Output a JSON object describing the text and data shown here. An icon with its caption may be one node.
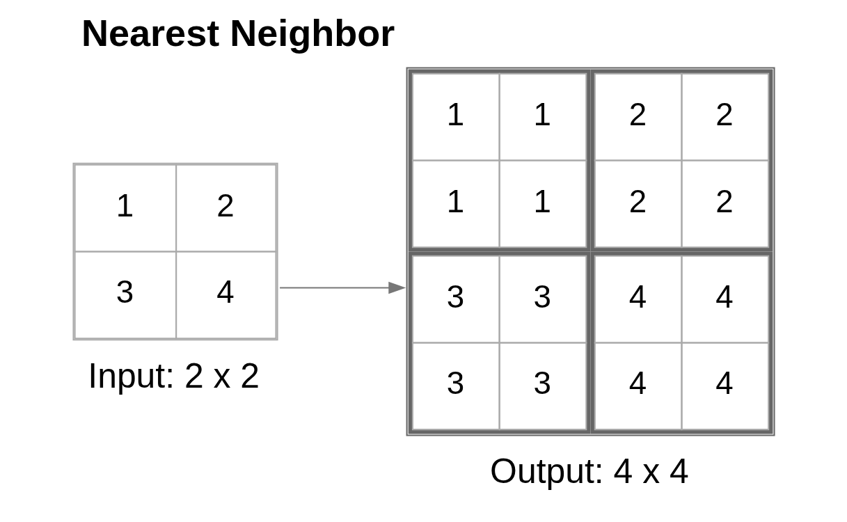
{
  "diagram": {
    "title": "Nearest Neighbor",
    "nodes": [
      {
        "text": [
          "1",
          "2",
          "3",
          "4"
        ],
        "beside": [
          "Input: 2 x 2"
        ]
      },
      {
        "text": [
          "1",
          "1",
          "2",
          "2",
          "1",
          "1",
          "2",
          "2",
          "3",
          "3",
          "4",
          "4",
          "3",
          "3",
          "4",
          "4"
        ],
        "beside": [
          "Output: 4 x 4"
        ]
      }
    ],
    "edges": [
      {
        "from": 0,
        "to": 1,
        "arrow": "to"
      }
    ]
  }
}
